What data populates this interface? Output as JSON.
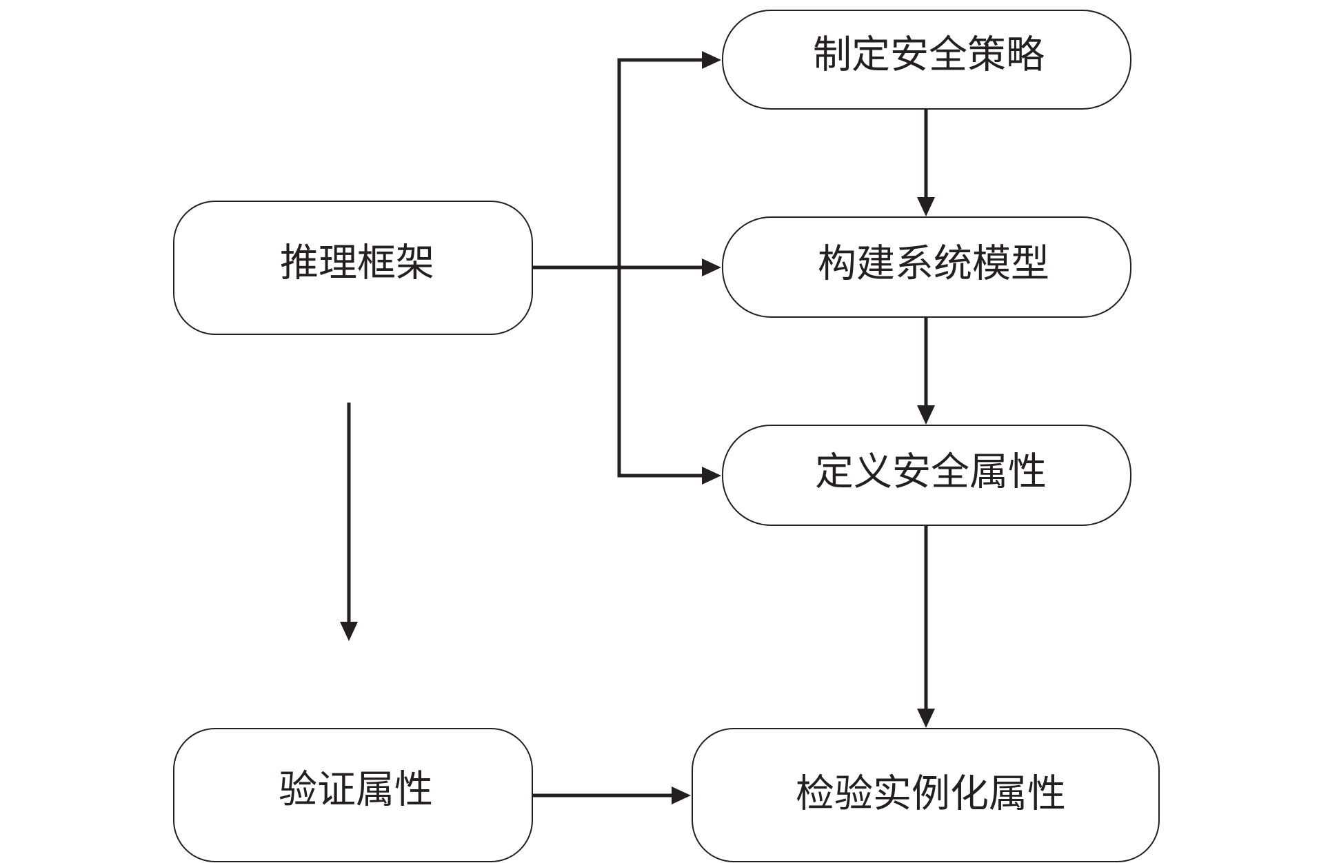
{
  "nodes": {
    "policy": "制定安全策略",
    "model": "构建系统模型",
    "define_props": "定义安全属性",
    "reasoning": "推理框架",
    "verify_props": "验证属性",
    "check_props": "检验实例化属性"
  },
  "edges": [
    {
      "from": "reasoning",
      "to": "policy"
    },
    {
      "from": "reasoning",
      "to": "model"
    },
    {
      "from": "reasoning",
      "to": "define_props"
    },
    {
      "from": "policy",
      "to": "model"
    },
    {
      "from": "model",
      "to": "define_props"
    },
    {
      "from": "define_props",
      "to": "check_props"
    },
    {
      "from": "reasoning",
      "to": "verify_props"
    },
    {
      "from": "verify_props",
      "to": "check_props"
    }
  ],
  "colors": {
    "stroke": "#231f20",
    "background": "#ffffff"
  }
}
